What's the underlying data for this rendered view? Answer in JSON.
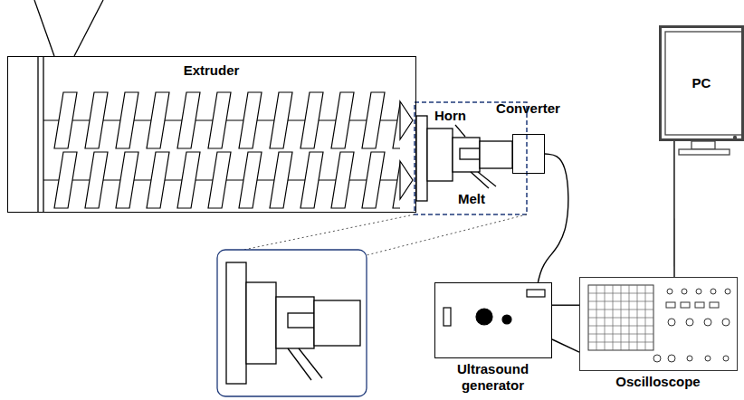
{
  "diagram": {
    "nodes": [
      {
        "text": [
          "Extruder"
        ]
      },
      {
        "text": [
          "Converter"
        ]
      },
      {
        "text": [
          "PC"
        ]
      },
      {
        "text": [
          "Ultrasound generator"
        ]
      },
      {
        "text": [
          "Oscilloscope"
        ]
      }
    ],
    "edges": [
      {
        "from": 1,
        "to": 3,
        "arrow": "none"
      },
      {
        "from": 3,
        "to": 4,
        "arrow": "none"
      },
      {
        "from": 3,
        "to": 4,
        "arrow": "none"
      },
      {
        "from": 4,
        "to": 2,
        "arrow": "none"
      }
    ],
    "labels": [
      "Horn",
      "Melt"
    ]
  }
}
